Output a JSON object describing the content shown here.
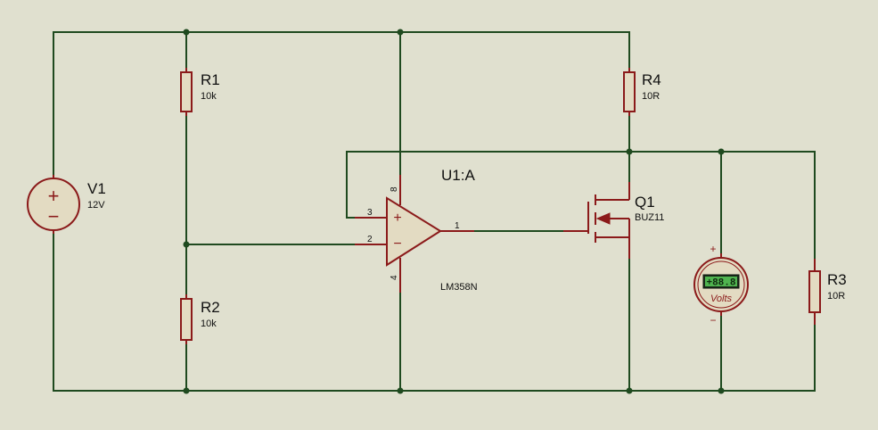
{
  "background_color": "#e0e0cf",
  "wire_color": "#1f4a1f",
  "component_color": "#8b1a1a",
  "components": {
    "v1": {
      "ref": "V1",
      "value": "12V",
      "plus": "+",
      "minus": "−"
    },
    "r1": {
      "ref": "R1",
      "value": "10k"
    },
    "r2": {
      "ref": "R2",
      "value": "10k"
    },
    "r3": {
      "ref": "R3",
      "value": "10R"
    },
    "r4": {
      "ref": "R4",
      "value": "10R"
    },
    "u1": {
      "ref": "U1:A",
      "value": "LM358N",
      "pin_noninv": "3",
      "pin_inv": "2",
      "pin_out": "1",
      "pin_vcc": "8",
      "pin_gnd": "4",
      "plus": "+",
      "minus": "−"
    },
    "q1": {
      "ref": "Q1",
      "value": "BUZ11"
    },
    "voltmeter": {
      "display": "+88.8",
      "unit": "Volts",
      "plus": "+",
      "minus": "−"
    }
  }
}
